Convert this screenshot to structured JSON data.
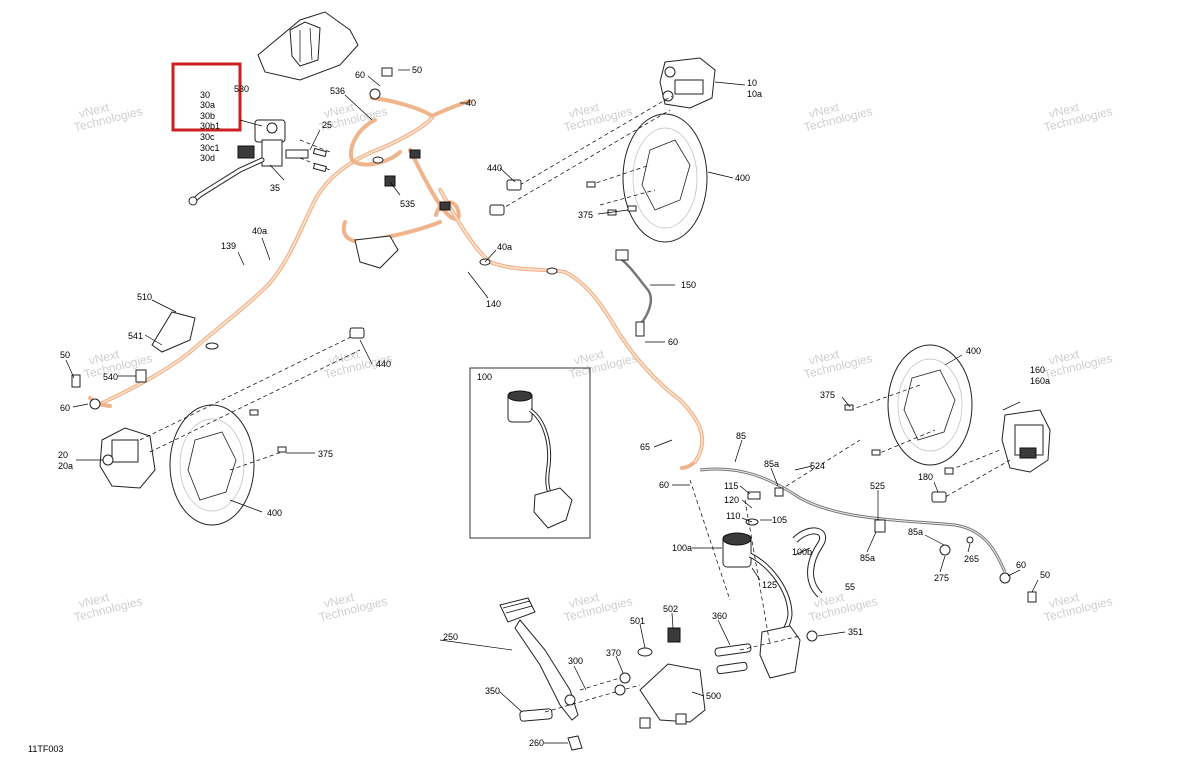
{
  "diagram": {
    "drawing_number": "11TF003",
    "highlighted_parts": [
      "30",
      "30a",
      "30b",
      "30b1",
      "30c",
      "30c1",
      "30d"
    ],
    "watermark": [
      "vNext",
      "Technologies"
    ],
    "callouts": {
      "c50a": "50",
      "c60a": "60",
      "c536": "536",
      "c530": "530",
      "c40": "40",
      "c25": "25",
      "c35": "35",
      "c535": "535",
      "c10": "10",
      "c10a": "10a",
      "c440a": "440",
      "c400a": "400",
      "c375a": "375",
      "c139": "139",
      "c40aL": "40a",
      "c40aR": "40a",
      "c140": "140",
      "c150": "150",
      "c510": "510",
      "c541": "541",
      "c540": "540",
      "c50b": "50",
      "c60b": "60",
      "c60c": "60",
      "c440b": "440",
      "c20": "20",
      "c20a": "20a",
      "c375b": "375",
      "c400b": "400",
      "c100": "100",
      "c65": "65",
      "c85": "85",
      "c85aT": "85a",
      "c524": "524",
      "c60d": "60",
      "c115": "115",
      "c120": "120",
      "c110": "110",
      "c105": "105",
      "c100a": "100a",
      "c100b": "100b",
      "c125": "125",
      "c55": "55",
      "c525": "525",
      "c85aB": "85a",
      "c85aR": "85a",
      "c275": "275",
      "c265": "265",
      "c60e": "60",
      "c50c": "50",
      "c400c": "400",
      "c375c": "375",
      "c160": "160",
      "c160a": "160a",
      "c180": "180",
      "c250": "250",
      "c300": "300",
      "c350": "350",
      "c260": "260",
      "c370": "370",
      "c501": "501",
      "c502": "502",
      "c360": "360",
      "c500": "500",
      "c351": "351"
    }
  }
}
